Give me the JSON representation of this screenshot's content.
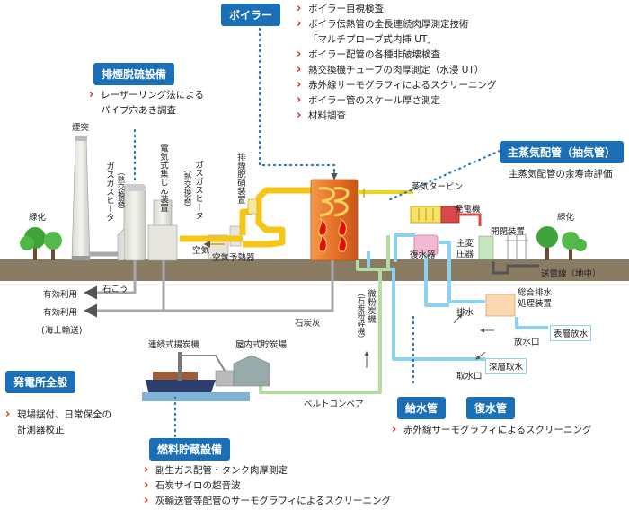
{
  "sections": {
    "boiler": {
      "tag": "ボイラー",
      "items": [
        [
          "ボイラー目視検査"
        ],
        [
          "ボイラ伝熱管の全長連続肉厚測定技術",
          "「マルチプローブ式内挿 UT」"
        ],
        [
          "ボイラー配管の各種非破壊検査"
        ],
        [
          "熱交換機チューブの肉厚測定（水浸 UT）"
        ],
        [
          "赤外線サーモグラフィによるスクリーニング"
        ],
        [
          "ボイラー管のスケール厚さ測定"
        ],
        [
          "材料調査"
        ]
      ]
    },
    "desulfurization": {
      "tag": "排煙脱硫設備",
      "items": [
        [
          "レーザーリング法による",
          "パイプ穴あき調査"
        ]
      ]
    },
    "main_steam": {
      "tag": "主蒸気配管（抽気管）",
      "note": "主蒸気配管の余寿命評価"
    },
    "general": {
      "tag": "発電所全般",
      "items": [
        [
          "現場据付、日常保全の",
          "計測器校正"
        ]
      ]
    },
    "fuel_storage": {
      "tag": "燃料貯蔵設備",
      "items": [
        [
          "副生ガス配管・タンク肉厚測定"
        ],
        [
          "石炭サイロの超音波"
        ],
        [
          "灰輸送管等配管のサーモグラフィによるスクリーニング"
        ]
      ]
    },
    "feedwater": {
      "tag_feed": "給水管",
      "tag_return": "復水管",
      "items": [
        [
          "赤外線サーモグラフィによるスクリーニング"
        ]
      ]
    }
  },
  "labels": {
    "chimney": "煙突",
    "greenery_left": "緑化",
    "greenery_right": "緑化",
    "gas_heater_left": "ガスガスヒータ",
    "gas_heater_left_sub": "（熱交換器）",
    "esp": "電気式集じん装置",
    "gas_heater_right": "ガスガスヒータ",
    "gas_heater_right_sub": "（熱交換器）",
    "denox": "排煙脱硝装置",
    "air": "空気",
    "air_preheater": "空気予熱器",
    "gypsum": "石こう",
    "effective_use_1": "有効利用",
    "effective_use_2": "有効利用",
    "sea_transport": "(海上輸送)",
    "coal_ash": "石炭灰",
    "pulverizer": "微粉炭機",
    "pulverizer_sub": "（石炭粉砕機）",
    "steam_turbine": "蒸気タービン",
    "generator": "発電機",
    "switchgear": "開閉装置",
    "condenser": "復水器",
    "transformer": "主変圧器",
    "transmission": "送電線（地中）",
    "wastewater_1": "総合排水",
    "wastewater_2": "処理装置",
    "drain": "排水",
    "surface_discharge": "表層放水",
    "outlet": "放水口",
    "deep_intake": "深層取水",
    "intake": "取水口",
    "unloader": "連続式揚炭機",
    "coal_yard": "屋内式貯炭場",
    "belt_conveyor": "ベルトコンベア"
  },
  "colors": {
    "tag_blue": "#1a6fb6",
    "bullet_red": "#d4261d",
    "ground": "#8a7b63",
    "flue_gas": "#f5c518",
    "steam_yellow": "#f2d31c",
    "water_blue": "#8cd2ee",
    "coal_green": "#b3dca0",
    "boiler_orange": "#e8702a",
    "gray_pipe": "#a8a8a8",
    "dot_blue": "#2374c6"
  }
}
